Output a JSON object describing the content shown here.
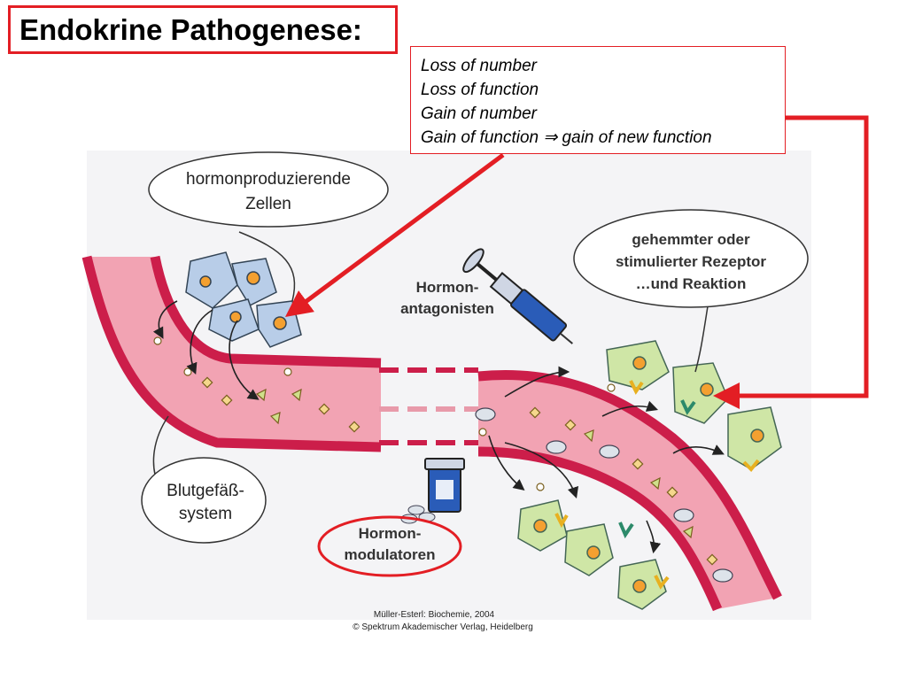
{
  "title": "Endokrine Pathogenese:",
  "mutations": [
    "Loss of number",
    "Loss of function",
    "Gain of number",
    "Gain of function ⇒ gain of new function"
  ],
  "labels": {
    "hormone_cells": [
      "hormonproduzierende",
      "Zellen"
    ],
    "receptor": [
      "gehemmter oder",
      "stimulierter Rezeptor",
      "…und Reaktion"
    ],
    "antagonists": [
      "Hormon-",
      "antagonisten"
    ],
    "vascular": [
      "Blutgefäß-",
      "system"
    ],
    "modulators": [
      "Hormon-",
      "modulatoren"
    ]
  },
  "credit": [
    "Müller-Esterl: Biochemie, 2004",
    "© Spektrum Akademischer Verlag, Heidelberg"
  ],
  "colors": {
    "highlight_red": "#e31e24",
    "vessel_wall": "#cc1e4a",
    "vessel_lumen": "#f2a3b3",
    "hormone_cell": "#b8cde8",
    "target_cell": "#cfe6a6",
    "nucleus": "#f4a030"
  },
  "icons": {
    "antagonist_symbol": "syringe-icon",
    "modulator_symbol": "pill-bottle-icon"
  }
}
